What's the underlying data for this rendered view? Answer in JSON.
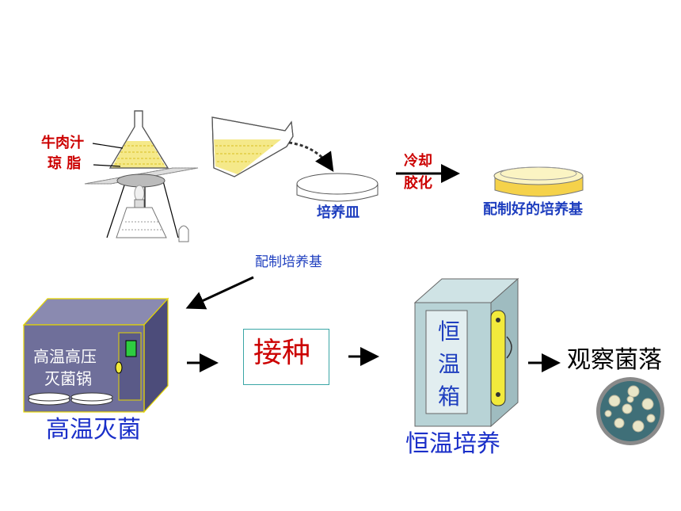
{
  "labels": {
    "beef_broth": "牛肉汁",
    "agar": "琼 脂",
    "petri_dish": "培养皿",
    "cool_line1": "冷却",
    "cool_line2": "胶化",
    "prepared_medium": "配制好的培养基",
    "prepare_medium": "配制培养基",
    "autoclave_line1": "高温高压",
    "autoclave_line2": "灭菌锅",
    "sterilize": "高温灭菌",
    "inoculate": "接种",
    "incubator_chars": [
      "恒",
      "温",
      "箱"
    ],
    "incubate": "恒温培养",
    "observe": "观察菌落"
  },
  "colors": {
    "red_text": "#cc0000",
    "blue_text": "#1f3fbf",
    "medium_yellow": "#f5e98a",
    "autoclave_body": "#6f6f9a",
    "incubator_body": "#b8d3d6",
    "incubator_door": "#f2ea3c",
    "colony_dish": "#3f6f78"
  }
}
